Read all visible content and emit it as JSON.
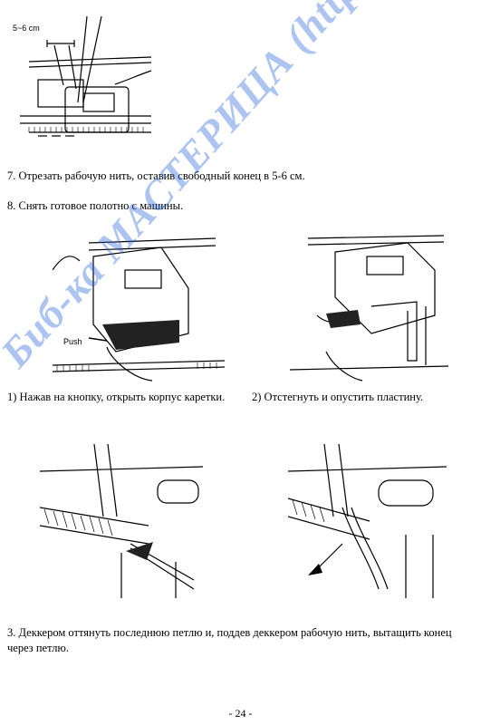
{
  "figures": {
    "fig_top_label": "5~6 cm",
    "fig_push_label": "Push"
  },
  "steps": {
    "step7": "7. Отрезать рабочую нить, оставив свободный конец в 5-6 см.",
    "step8": "8. Снять готовое полотно с машины.",
    "step8_1": "1) Нажав на кнопку, открыть корпус каретки.",
    "step8_2": "2) Отстегнуть и опустить пластину.",
    "step8_3": "3. Деккером оттянуть последнюю петлю и, поддев деккером рабочую нить, вытащить конец через петлю."
  },
  "watermark": "Биб-ка МАСТЕРИЦА (http://masteriua.ru)",
  "page_number": "- 24 -",
  "colors": {
    "watermark": "#2463d6"
  }
}
